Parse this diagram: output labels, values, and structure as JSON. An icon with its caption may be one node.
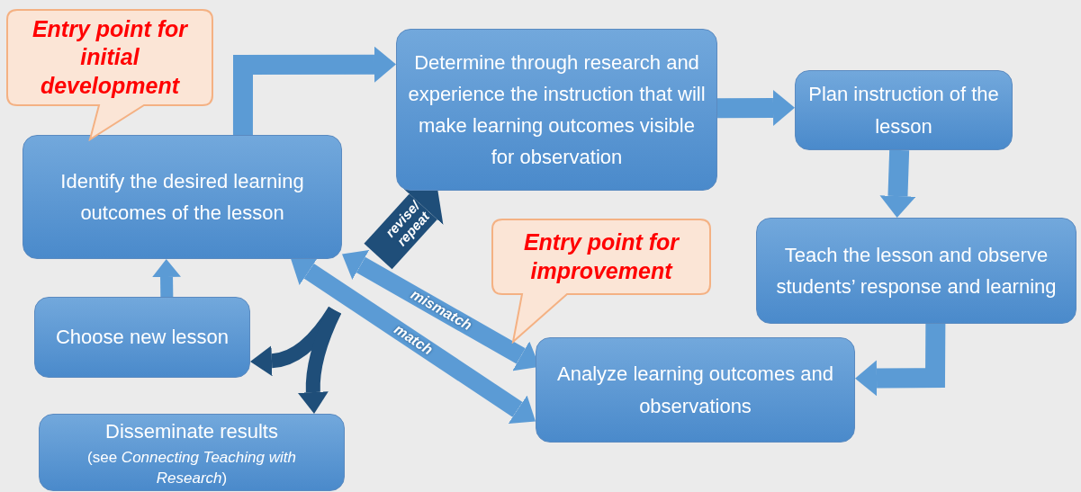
{
  "diagram": {
    "nodes": [
      {
        "text": [
          "Identify the desired learning outcomes of the lesson"
        ]
      },
      {
        "text": [
          "Determine through research and experience the instruction that will make learning outcomes visible for observation"
        ]
      },
      {
        "text": [
          "Plan instruction of the lesson"
        ]
      },
      {
        "text": [
          "Teach the lesson and observe students’ response and learning"
        ]
      },
      {
        "text": [
          "Analyze learning outcomes and observations"
        ]
      },
      {
        "text": [
          "Choose new lesson"
        ]
      },
      {
        "text": [
          "Disseminate results",
          "(see *Connecting Teaching with Research*)"
        ]
      },
      {
        "text": [
          "Entry point for initial development"
        ]
      },
      {
        "text": [
          "Entry point for improvement"
        ]
      }
    ],
    "edges": [
      {
        "from": 0,
        "to": 1,
        "arrow": "to"
      },
      {
        "from": 1,
        "to": 2,
        "arrow": "to"
      },
      {
        "from": 2,
        "to": 3,
        "arrow": "to"
      },
      {
        "from": 3,
        "to": 4,
        "arrow": "to"
      },
      {
        "from": 5,
        "to": 0,
        "arrow": "to"
      },
      {
        "from": 4,
        "to": 0,
        "arrow": "both",
        "label": "mismatch"
      },
      {
        "from": 4,
        "to": 0,
        "arrow": "both",
        "label": "match"
      },
      {
        "from": null,
        "to": 5,
        "arrow": "to",
        "color": "#1f4e79"
      },
      {
        "from": null,
        "to": 6,
        "arrow": "to",
        "color": "#1f4e79"
      },
      {
        "from": null,
        "to": 1,
        "arrow": "to",
        "label": "revise/ repeat",
        "color": "#1f4e79",
        "style": "thick"
      }
    ]
  }
}
